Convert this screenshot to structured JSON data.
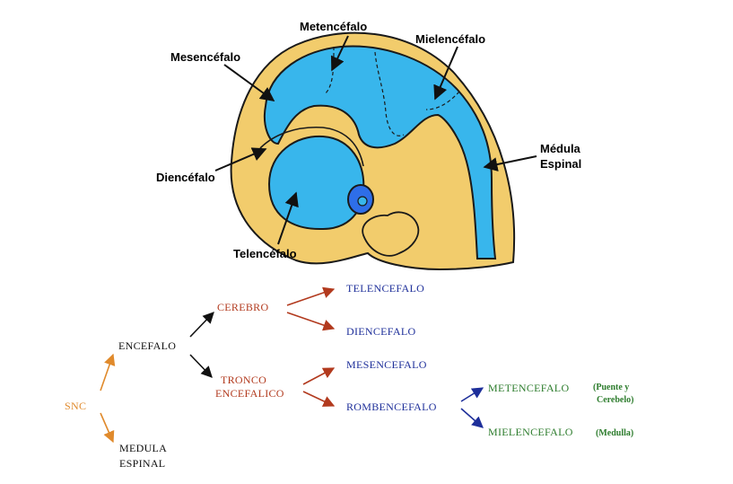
{
  "brain": {
    "labels": {
      "metencefalo": "Metencéfalo",
      "mielencefalo": "Mielencéfalo",
      "mesencefalo": "Mesencéfalo",
      "diencefalo": "Diencéfalo",
      "telencefalo": "Telencéfalo",
      "medula_line1": "Médula",
      "medula_line2": "Espinal"
    },
    "colors": {
      "outer": "#F2CC6C",
      "cavity": "#38B6EC",
      "outline": "#1a1a1a"
    }
  },
  "tree": {
    "snc": "SNC",
    "encefalo": "ENCEFALO",
    "medula_line1": "MEDULA",
    "medula_line2": "ESPINAL",
    "cerebro": "CEREBRO",
    "tronco_line1": "TRONCO",
    "tronco_line2": "ENCEFALICO",
    "telencefalo": "TELENCEFALO",
    "diencefalo": "DIENCEFALO",
    "mesencefalo": "MESENCEFALO",
    "rombencefalo": "ROMBENCEFALO",
    "metencefalo": "METENCEFALO",
    "metencefalo_note_1": "(Puente y",
    "metencefalo_note_2": "Cerebelo)",
    "mielencefalo": "MIELENCEFALO",
    "mielencefalo_note": "(Medulla)",
    "colors": {
      "snc": "#E08A2C",
      "black": "#111111",
      "red": "#B23A1E",
      "blue": "#1E2F9A",
      "green": "#2E7D2E"
    }
  }
}
